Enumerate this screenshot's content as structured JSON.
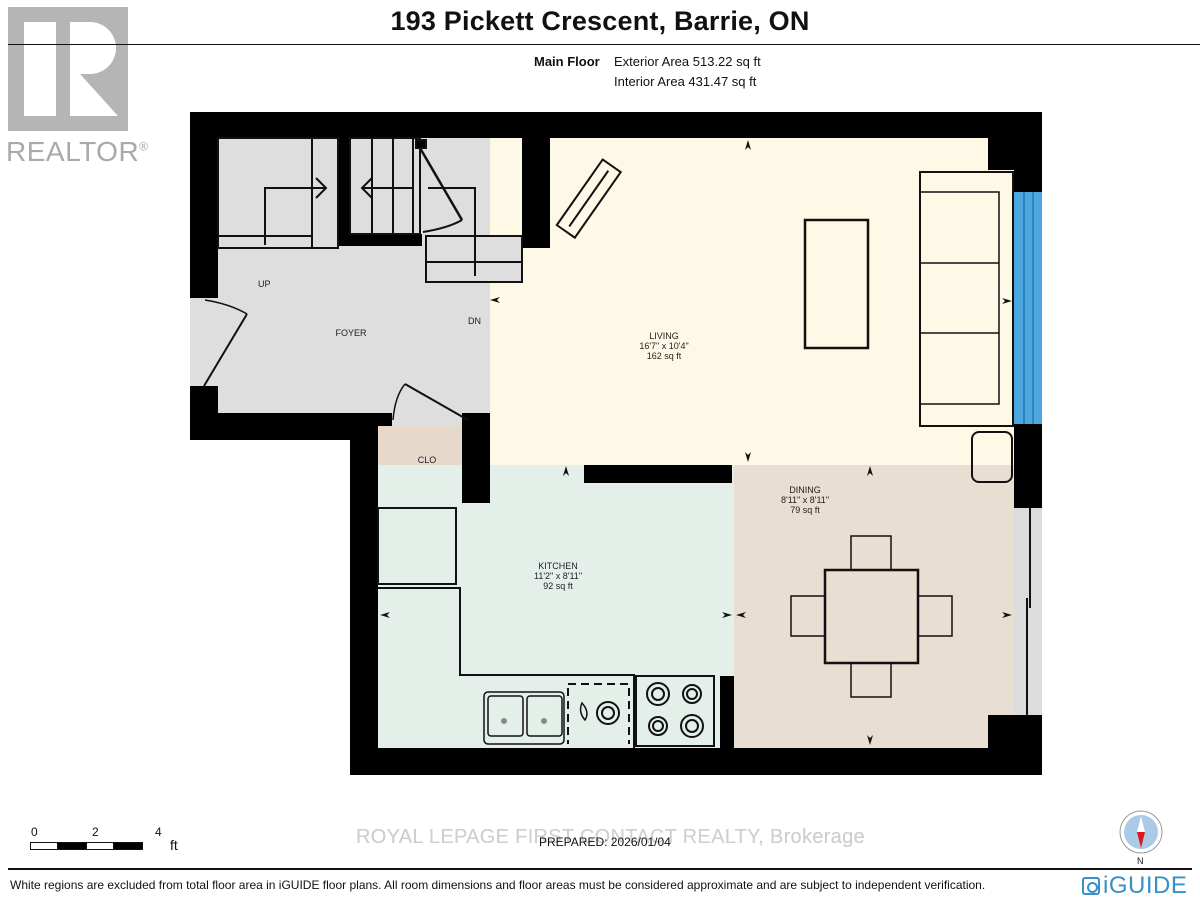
{
  "header": {
    "title": "193 Pickett Crescent, Barrie, ON",
    "floor_label": "Main Floor",
    "exterior_area": "Exterior Area 513.22 sq ft",
    "interior_area": "Interior Area 431.47 sq ft"
  },
  "logo": {
    "realtor_word": "REALTOR",
    "realtor_mark": "®"
  },
  "rooms": [
    {
      "name": "LIVING",
      "dims": "16'7\" x 10'4\"",
      "area": "162 sq ft",
      "color": "#fef9e6"
    },
    {
      "name": "DINING",
      "dims": "8'11\" x 8'11\"",
      "area": "79 sq ft",
      "color": "#e8ded1"
    },
    {
      "name": "KITCHEN",
      "dims": "11'2\" x 8'11\"",
      "area": "92 sq ft",
      "color": "#e4efea"
    },
    {
      "name": "FOYER",
      "color": "#dedede"
    },
    {
      "name": "CLO",
      "color": "#e6d9cc"
    }
  ],
  "stair_labels": {
    "up": "UP",
    "down": "DN"
  },
  "colors": {
    "wall": "#000000",
    "window": "#4aa7e0",
    "excluded": "#ffffff"
  },
  "scale": {
    "ticks": [
      "0",
      "2",
      "4"
    ],
    "unit": "ft"
  },
  "footer": {
    "watermark": "ROYAL LEPAGE FIRST CONTACT REALTY, Brokerage",
    "prepared": "PREPARED: 2026/01/04",
    "disclaimer": "White regions are excluded from total floor area in iGUIDE floor plans. All room dimensions and floor areas must be considered approximate and are subject to independent verification.",
    "compass_label": "N",
    "brand": "iGUIDE"
  }
}
